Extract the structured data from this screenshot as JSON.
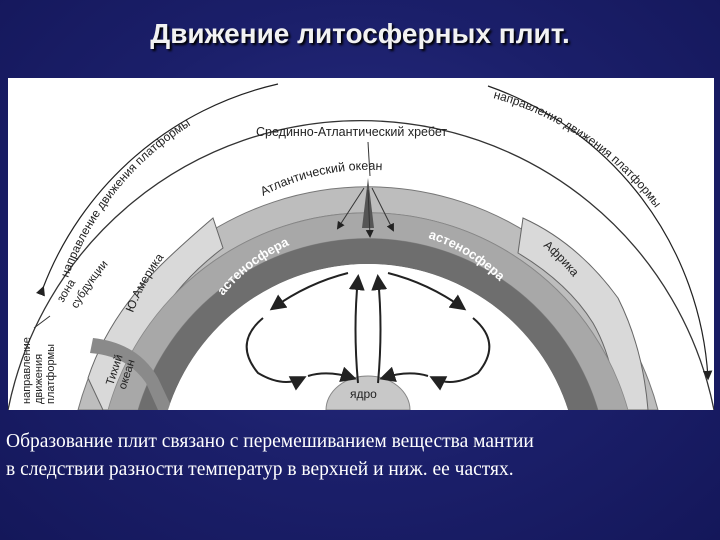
{
  "slide": {
    "title": "Движение литосферных плит.",
    "caption_lines": [
      "Образование плит связано с перемешиванием вещества мантии",
      "в следствии разности температур  в верхней и ниж. ее частях."
    ]
  },
  "diagram": {
    "ridge_label": "Срединно-Атлантический хребет",
    "atlantic_label": "Атлантический океан",
    "platform_direction_left": "направление движения платформы",
    "platform_direction_right": "направление движения платформы",
    "platform_direction_bottom_left": [
      "направление",
      "движения",
      "платформы"
    ],
    "subduction_zone": [
      "зона",
      "субдукции"
    ],
    "south_america": "Ю.Америка",
    "africa": "Африка",
    "pacific_ocean": [
      "Тихий",
      "океан"
    ],
    "asthenosphere_left": "астеносфера",
    "asthenosphere_right": "астеносфера",
    "core_label": "ядро"
  }
}
